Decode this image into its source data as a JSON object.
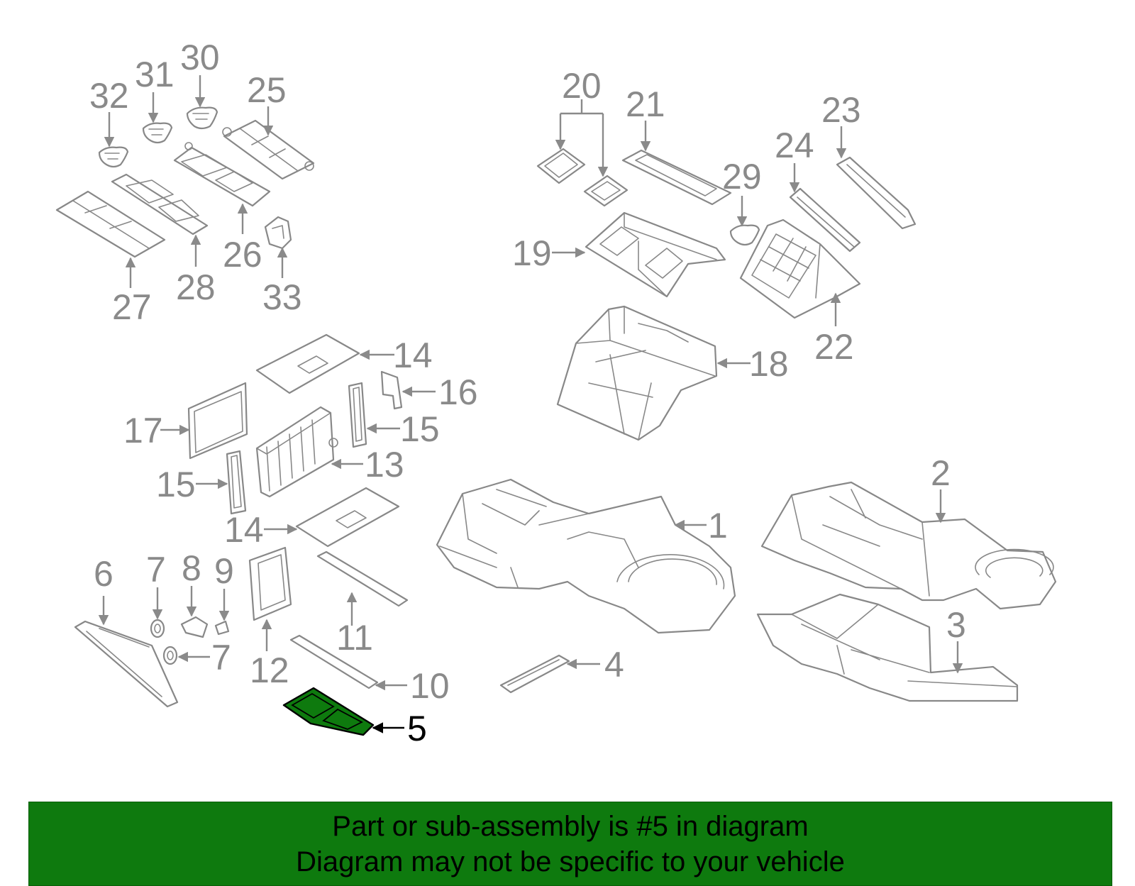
{
  "colors": {
    "accent": "#0e7a0e",
    "line": "#888888",
    "highlight_outline": "#000000"
  },
  "callouts": {
    "c1": "1",
    "c2": "2",
    "c3": "3",
    "c4": "4",
    "c5": "5",
    "c6": "6",
    "c7a": "7",
    "c7b": "7",
    "c8": "8",
    "c9": "9",
    "c10": "10",
    "c11": "11",
    "c12": "12",
    "c13": "13",
    "c14a": "14",
    "c14b": "14",
    "c15a": "15",
    "c15b": "15",
    "c16": "16",
    "c17": "17",
    "c18": "18",
    "c19": "19",
    "c20": "20",
    "c21": "21",
    "c22": "22",
    "c23": "23",
    "c24": "24",
    "c25": "25",
    "c26": "26",
    "c27": "27",
    "c28": "28",
    "c29": "29",
    "c30": "30",
    "c31": "31",
    "c32": "32",
    "c33": "33"
  },
  "highlighted_part": "5",
  "banner": {
    "line1": "Part or sub-assembly is #5 in diagram",
    "line2": "Diagram may not be specific to your vehicle"
  }
}
